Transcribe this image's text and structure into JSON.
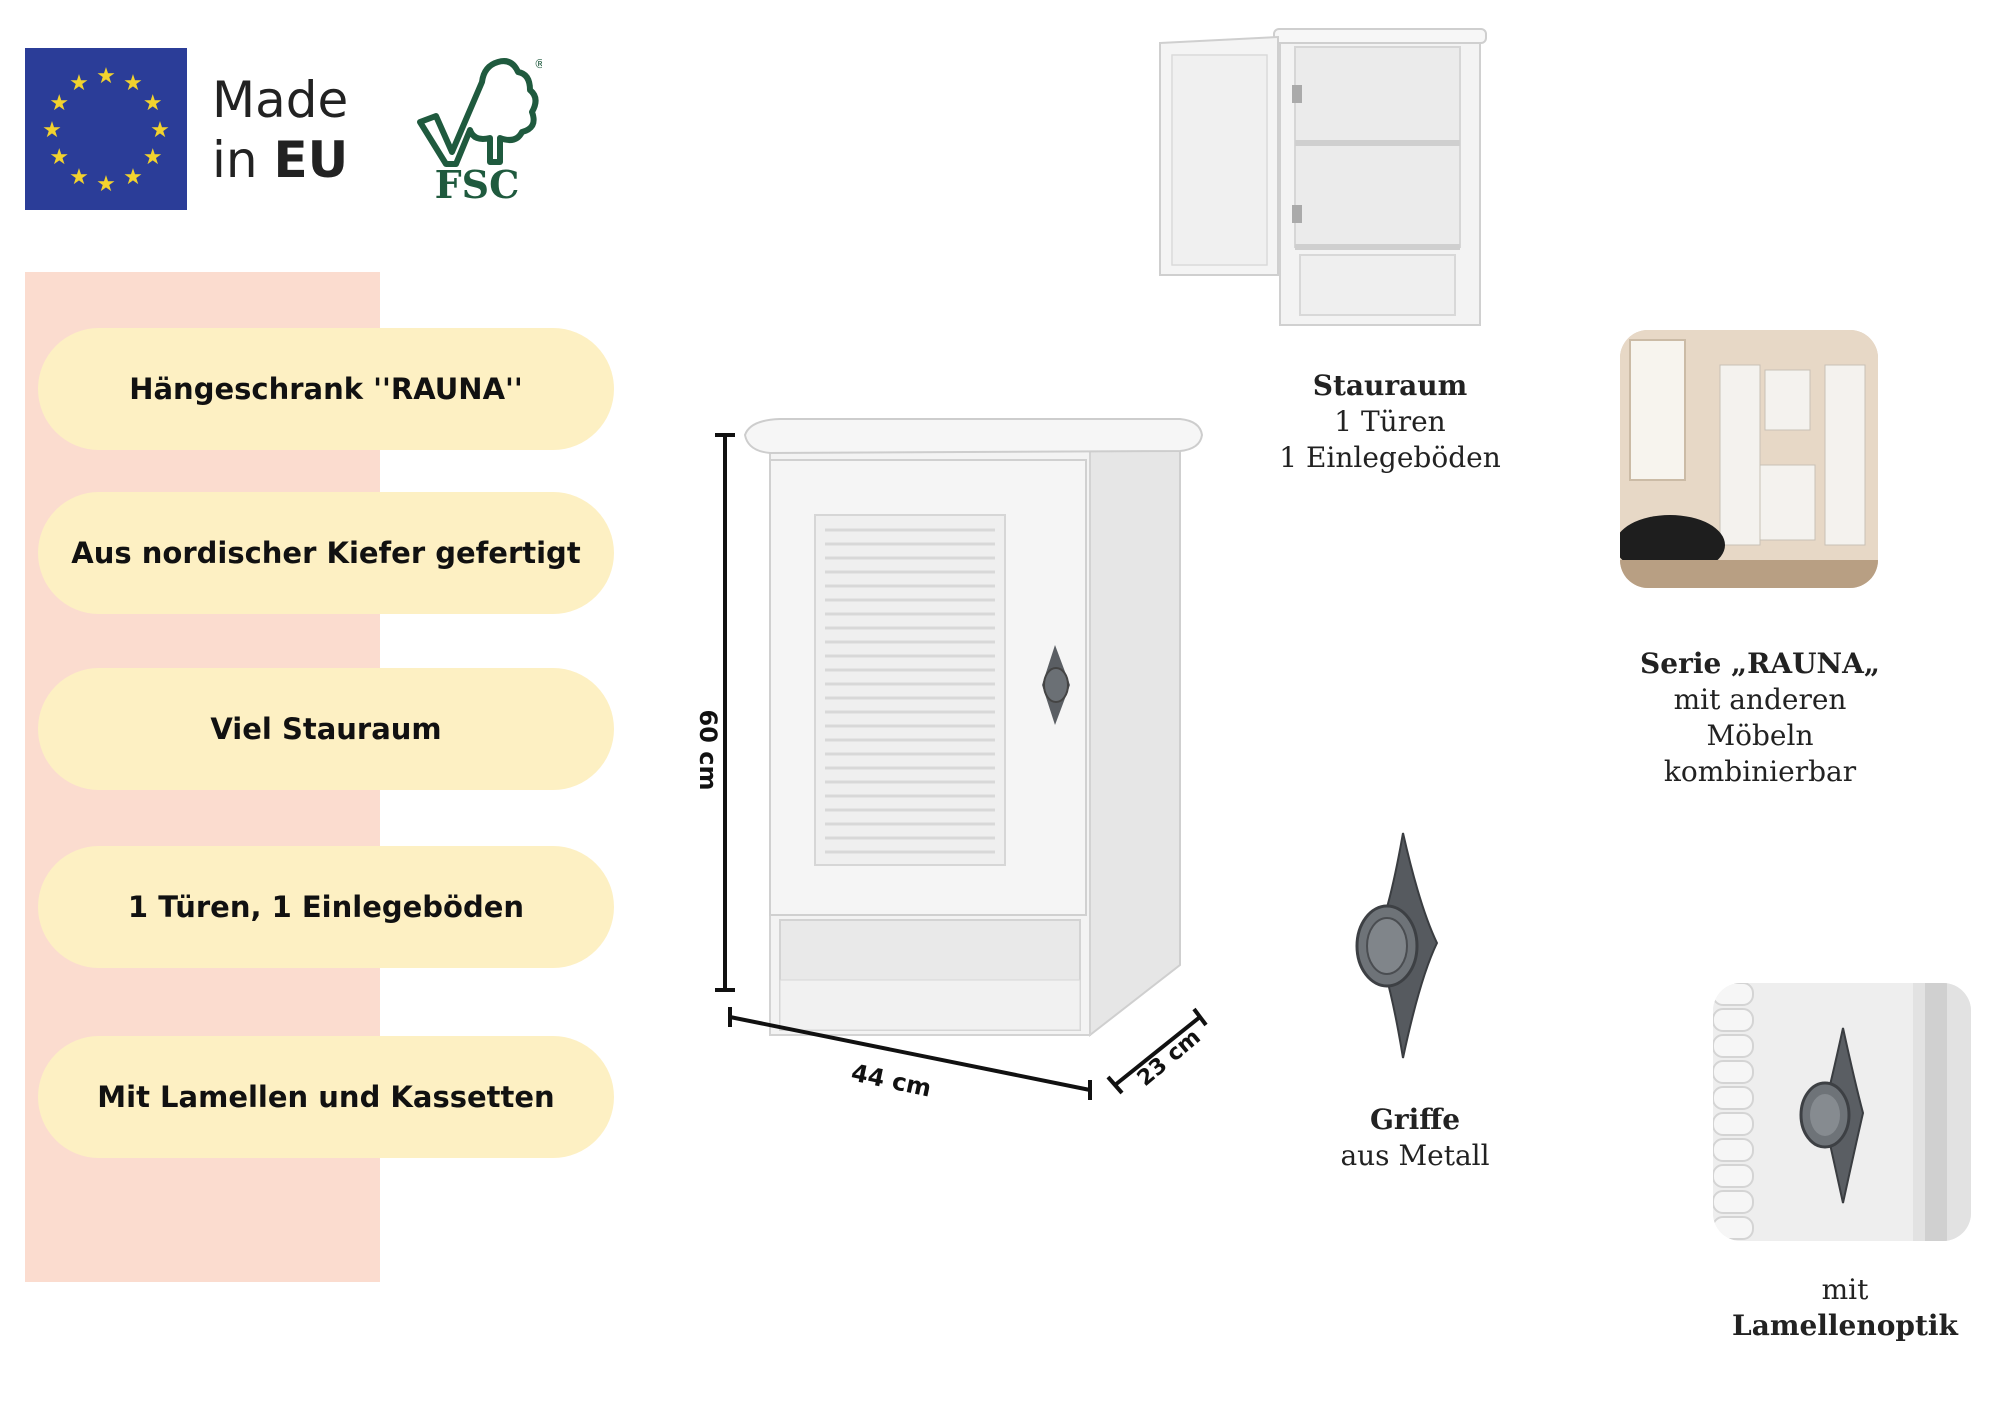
{
  "badges": {
    "made_in_line1": "Made",
    "made_in_line2_prefix": "in ",
    "made_in_line2_bold": "EU",
    "fsc_label": "FSC",
    "fsc_registered": "®"
  },
  "features": [
    {
      "label": "Hängeschrank ''RAUNA''"
    },
    {
      "label": "Aus nordischer Kiefer gefertigt"
    },
    {
      "label": "Viel Stauraum"
    },
    {
      "label": "1 Türen, 1 Einlegeböden"
    },
    {
      "label": "Mit Lamellen und Kassetten"
    }
  ],
  "dimensions": {
    "height": "60 cm",
    "width": "44 cm",
    "depth": "23 cm"
  },
  "storage_caption": {
    "title": "Stauraum",
    "line1": "1 Türen",
    "line2": "1 Einlegeböden"
  },
  "series_caption": {
    "title": "Serie „RAUNA„",
    "line1": "mit anderen",
    "line2": "Möbeln",
    "line3": "kombinierbar"
  },
  "handle_caption": {
    "title": "Griffe",
    "line1": "aus Metall"
  },
  "louver_caption": {
    "line1": "mit",
    "title": "Lamellenoptik"
  },
  "colors": {
    "eu_blue": "#2b3d98",
    "eu_star": "#f2d22e",
    "fsc_green": "#1f5a3e",
    "panel_peach": "#fbdccf",
    "pill_cream": "#fdf0c3",
    "cabinet_white": "#f2f2f2",
    "handle_metal": "#5a5e63"
  },
  "icons": [
    "eu-flag-icon",
    "fsc-tree-icon"
  ]
}
